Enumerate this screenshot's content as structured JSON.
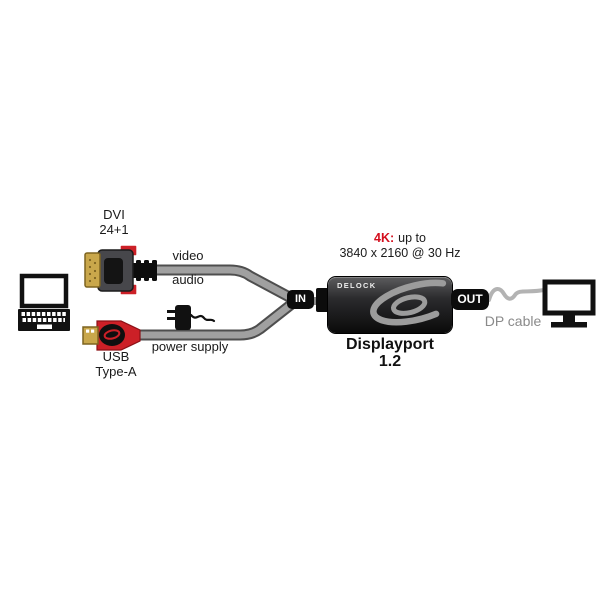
{
  "colors": {
    "accent_red": "#d40f1e",
    "connector_red": "#cc2027",
    "cable_gray": "#a0a0a0",
    "cable_outline_gray": "#4e4e4e",
    "label_gray": "#8a8a8a",
    "adapter_black": "#0a0a0a"
  },
  "source": {
    "dvi_line1": "DVI",
    "dvi_line2": "24+1",
    "usb_line1": "USB",
    "usb_line2": "Type-A"
  },
  "lines": {
    "video": "video",
    "audio": "audio",
    "power": "power supply",
    "dp": "DP cable"
  },
  "adapter": {
    "brand": "DELOCK",
    "in_label": "IN",
    "out_label": "OUT",
    "spec_highlight": "4K:",
    "spec_suffix": "up to",
    "spec_resolution": "3840 x 2160 @ 30 Hz",
    "product_line1": "Displayport",
    "product_line2": "1.2"
  },
  "icons": {
    "laptop": "laptop-icon",
    "monitor": "monitor-icon",
    "power_adapter": "power-adapter-icon",
    "dvi_connector": "dvi-connector-icon",
    "usb_connector": "usb-connector-icon",
    "swirl_logo": "delock-swirl-logo"
  }
}
